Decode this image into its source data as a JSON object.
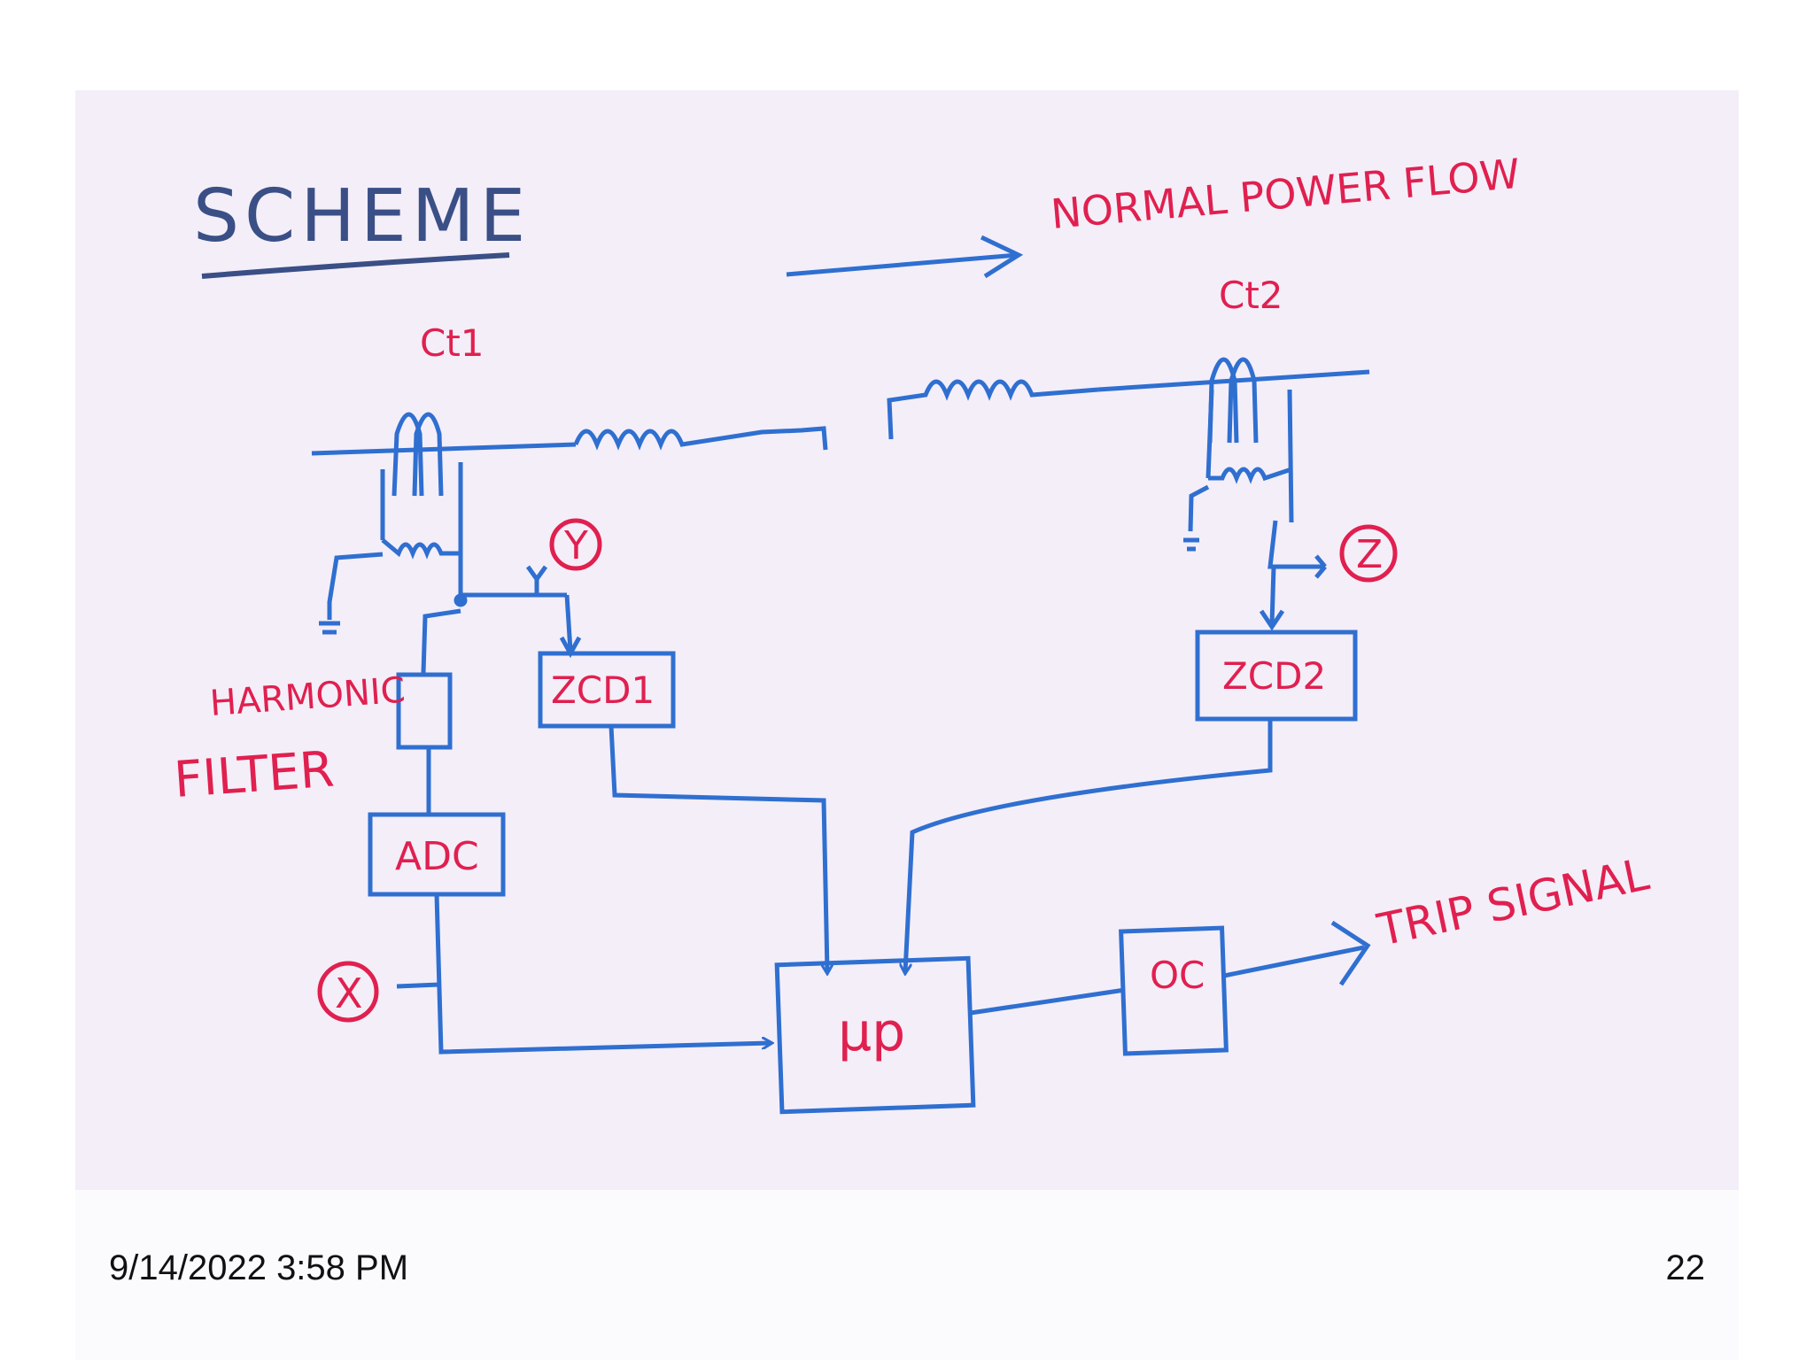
{
  "colors": {
    "ink_blue": "#2f6fd0",
    "ink_dark_blue": "#3a4f86",
    "ink_red": "#e0204f",
    "paper": "#f4eef9"
  },
  "diagram": {
    "title": "SCHEME",
    "flow_label": "NORMAL POWER FLOW",
    "ct1_label": "Ct1",
    "ct2_label": "Ct2",
    "harmonic_filter_label_line1": "HARMONIC",
    "harmonic_filter_label_line2": "FILTER",
    "adc_label": "ADC",
    "zcd1_label": "ZCD1",
    "zcd2_label": "ZCD2",
    "microprocessor_label": "μp",
    "oc_label": "OC",
    "trip_signal_label": "TRIP SIGNAL",
    "node_x": "X",
    "node_y": "Y",
    "node_z": "Z"
  },
  "footer": {
    "date": "9/14/2022 3:58 PM",
    "page": "22"
  }
}
